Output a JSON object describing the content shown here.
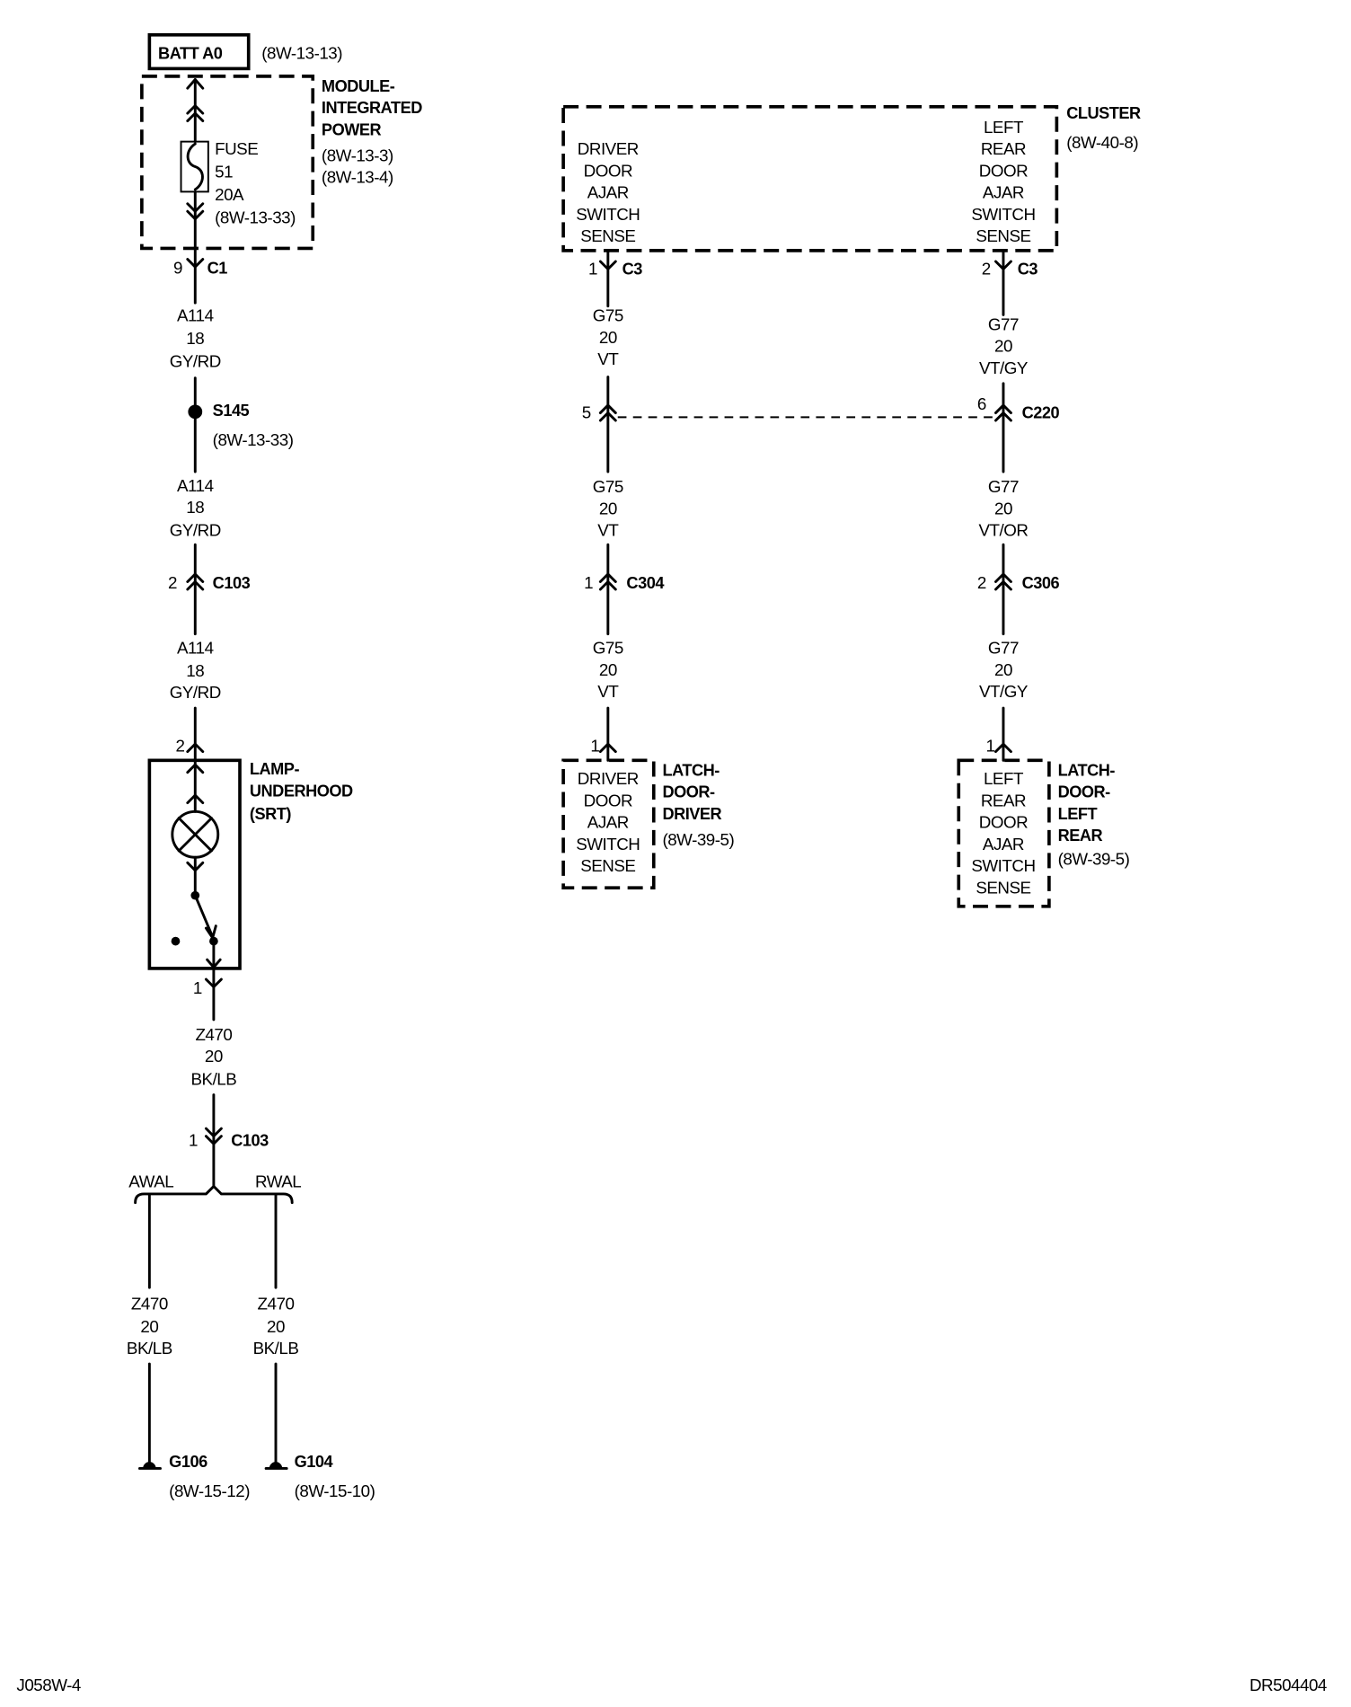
{
  "left_circuit": {
    "battery": {
      "label": "BATT A0",
      "ref": "(8W-13-13)"
    },
    "module": {
      "name": [
        "MODULE-",
        "INTEGRATED",
        "POWER"
      ],
      "refs": [
        "(8W-13-3)",
        "(8W-13-4)"
      ]
    },
    "fuse": {
      "label": "FUSE",
      "number": "51",
      "rating": "20A",
      "ref": "(8W-13-33)"
    },
    "connector_c1": {
      "pin": "9",
      "name": "C1"
    },
    "wire_1": {
      "circuit": "A114",
      "gauge": "18",
      "color": "GY/RD"
    },
    "splice": {
      "name": "S145",
      "ref": "(8W-13-33)"
    },
    "wire_2": {
      "circuit": "A114",
      "gauge": "18",
      "color": "GY/RD"
    },
    "connector_c103_upper": {
      "pin": "2",
      "name": "C103"
    },
    "wire_3": {
      "circuit": "A114",
      "gauge": "18",
      "color": "GY/RD"
    },
    "lamp": {
      "pin_in": "2",
      "name": [
        "LAMP-",
        "UNDERHOOD",
        "(SRT)"
      ],
      "pin_out": "1"
    },
    "wire_4": {
      "circuit": "Z470",
      "gauge": "20",
      "color": "BK/LB"
    },
    "connector_c103_lower": {
      "pin": "1",
      "name": "C103"
    },
    "branch": {
      "left": "AWAL",
      "right": "RWAL"
    },
    "wire_awal": {
      "circuit": "Z470",
      "gauge": "20",
      "color": "BK/LB"
    },
    "wire_rwal": {
      "circuit": "Z470",
      "gauge": "20",
      "color": "BK/LB"
    },
    "ground_left": {
      "name": "G106",
      "ref": "(8W-15-12)"
    },
    "ground_right": {
      "name": "G104",
      "ref": "(8W-15-10)"
    }
  },
  "right_circuit": {
    "cluster": {
      "name": "CLUSTER",
      "ref": "(8W-40-8)",
      "driver_pin_label": [
        "DRIVER",
        "DOOR",
        "AJAR",
        "SWITCH",
        "SENSE"
      ],
      "left_rear_pin_label": [
        "LEFT",
        "REAR",
        "DOOR",
        "AJAR",
        "SWITCH",
        "SENSE"
      ]
    },
    "c220": {
      "name": "C220",
      "driver_pin": "5",
      "left_rear_pin": "6"
    },
    "driver": {
      "c3": {
        "pin": "1",
        "name": "C3"
      },
      "wire_1": {
        "circuit": "G75",
        "gauge": "20",
        "color": "VT"
      },
      "wire_2": {
        "circuit": "G75",
        "gauge": "20",
        "color": "VT"
      },
      "c304": {
        "pin": "1",
        "name": "C304"
      },
      "wire_3": {
        "circuit": "G75",
        "gauge": "20",
        "color": "VT"
      },
      "latch": {
        "pin": "1",
        "pin_label": [
          "DRIVER",
          "DOOR",
          "AJAR",
          "SWITCH",
          "SENSE"
        ],
        "name": [
          "LATCH-",
          "DOOR-",
          "DRIVER"
        ],
        "ref": "(8W-39-5)"
      }
    },
    "left_rear": {
      "c3": {
        "pin": "2",
        "name": "C3"
      },
      "wire_1": {
        "circuit": "G77",
        "gauge": "20",
        "color": "VT/GY"
      },
      "wire_2": {
        "circuit": "G77",
        "gauge": "20",
        "color": "VT/OR"
      },
      "c306": {
        "pin": "2",
        "name": "C306"
      },
      "wire_3": {
        "circuit": "G77",
        "gauge": "20",
        "color": "VT/GY"
      },
      "latch": {
        "pin": "1",
        "pin_label": [
          "LEFT",
          "REAR",
          "DOOR",
          "AJAR",
          "SWITCH",
          "SENSE"
        ],
        "name": [
          "LATCH-",
          "DOOR-",
          "LEFT",
          "REAR"
        ],
        "ref": "(8W-39-5)"
      }
    }
  },
  "footer": {
    "left": "J058W-4",
    "right": "DR504404"
  }
}
